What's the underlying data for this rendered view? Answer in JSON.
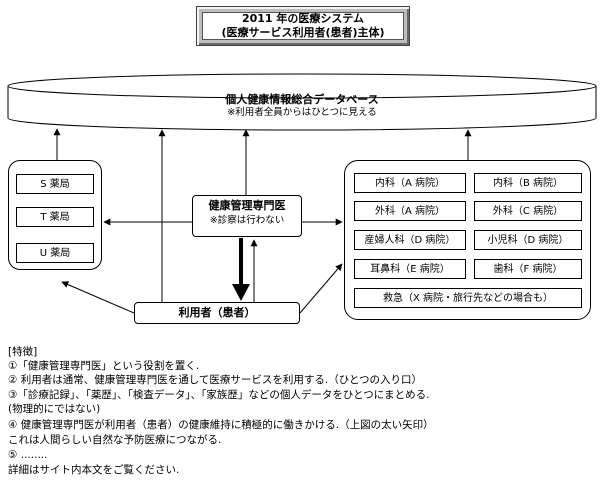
{
  "title": {
    "line1": "2011 年の医療システム",
    "line2": "(医療サービス利用者(患者)主体)"
  },
  "database": {
    "label": "個人健康情報総合データベース",
    "note": "※利用者全員からはひとつに見える"
  },
  "pharmacies": [
    "S 薬局",
    "T 薬局",
    "U 薬局"
  ],
  "specialist": {
    "title": "健康管理専門医",
    "note": "※診察は行わない"
  },
  "user": {
    "label": "利用者（患者）"
  },
  "hospitals": {
    "grid": [
      [
        "内科（A 病院）",
        "内科（B 病院）"
      ],
      [
        "外科（A 病院）",
        "外科（C 病院）"
      ],
      [
        "産婦人科（D 病院）",
        "小児科（D 病院）"
      ],
      [
        "耳鼻科（E 病院）",
        "歯科（F 病院）"
      ]
    ],
    "emergency": "救急（X 病院・旅行先などの場合も）"
  },
  "features": {
    "heading": "[特徴]",
    "items": [
      "①「健康管理専門医」という役割を置く.",
      "②  利用者は通常、健康管理専門医を通して医療サービスを利用する.（ひとつの入り口）",
      "③「診療記録」、「薬歴」、「検査データ」、「家族歴」などの個人データをひとつにまとめる.",
      "     (物理的にではない)",
      "④  健康管理専門医が利用者（患者）の健康維持に積極的に働きかける.（上図の太い矢印）",
      "     これは人間らしい自然な予防医療につながる.",
      "⑤  ........",
      "詳細はサイト内本文をご覧ください."
    ]
  }
}
